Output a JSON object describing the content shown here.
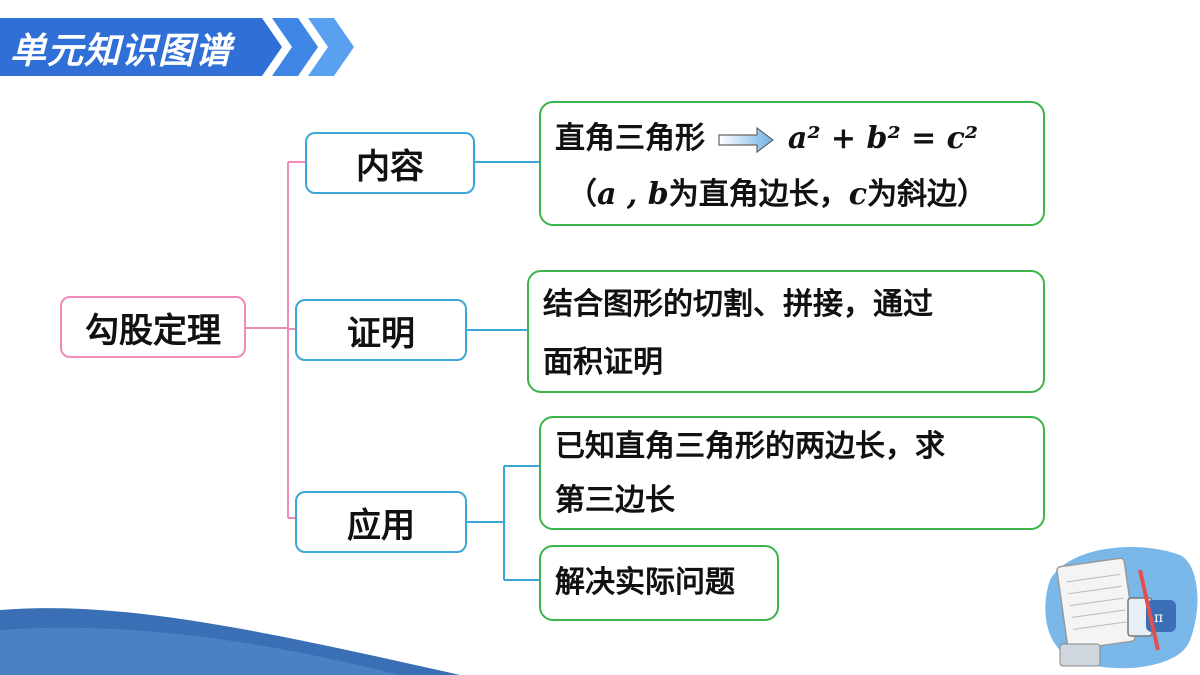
{
  "header": {
    "title": "单元知识图谱"
  },
  "mindmap": {
    "root": "勾股定理",
    "branches": {
      "content": "内容",
      "proof": "证明",
      "application": "应用"
    },
    "leaves": {
      "content_line1_text": "直角三角形",
      "content_formula": "a² + b² = c²",
      "content_line2_open": "（",
      "content_var_a": "a",
      "content_comma": " , ",
      "content_var_b": "b",
      "content_text_mid": "为直角边长，",
      "content_var_c": "c",
      "content_text_end": "为斜边）",
      "proof_line1": "结合图形的切割、拼接，通过",
      "proof_line2": "面积证明",
      "app1_line1": "已知直角三角形的两边长，求",
      "app1_line2": "第三边长",
      "app2": "解决实际问题"
    }
  },
  "colors": {
    "banner": "#2f6fd6",
    "root_border": "#f08ab6",
    "branch_border": "#3aa7d6",
    "leaf_border": "#3cb44a",
    "wave": "#3a6fb5"
  }
}
